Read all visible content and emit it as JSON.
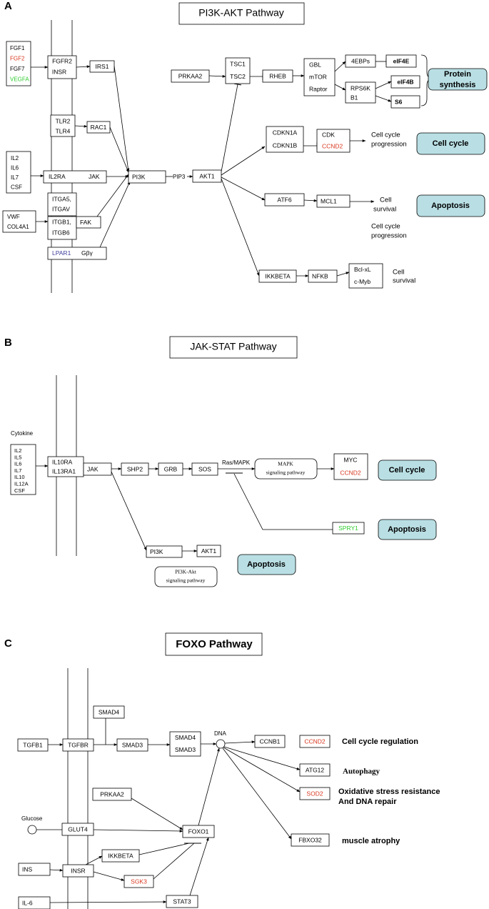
{
  "panels": [
    {
      "letter": "A",
      "title": "PI3K-AKT Pathway"
    },
    {
      "letter": "B",
      "title": "JAK-STAT Pathway"
    },
    {
      "letter": "C",
      "title": "FOXO Pathway"
    }
  ],
  "colors": {
    "black": "#000000",
    "red": "#d9361e",
    "green": "#2ecc2e",
    "blue": "#3c3c9c",
    "outcome_fill": "#b9dfe4"
  },
  "pi3k": {
    "fgf": [
      "FGF1",
      "FGF2",
      "FGF7",
      "VEGFA"
    ],
    "fgfr2": "FGFR2",
    "insr": "INSR",
    "irs1": "IRS1",
    "tlr2": "TLR2",
    "tlr4": "TLR4",
    "rac1": "RAC1",
    "cytokines": [
      "IL2",
      "IL6",
      "IL7",
      "CSF"
    ],
    "il2ra": "IL2RA",
    "jak": "JAK",
    "pi3k": "PI3K",
    "pip3": "PIP3",
    "akt1": "AKT1",
    "itga5": "ITGA5,",
    "itgav": "ITGAV",
    "vwf": "VWF",
    "col4a1": "COL4A1",
    "itgb1": "ITGB1,",
    "itgb6": "ITGB6",
    "fak": "FAK",
    "lpar1": "LPAR1",
    "gby": "Gβγ",
    "prkaa2": "PRKAA2",
    "tsc1": "TSC1",
    "tsc2": "TSC2",
    "rheb": "RHEB",
    "gbl": "GBL",
    "mtor": "mTOR",
    "raptor": "Raptor",
    "ebps": "4EBPs",
    "eif4e": "eIF4E",
    "rps6k": "RPS6K",
    "b1": "B1",
    "eif4b": "eIF4B",
    "s6": "S6",
    "protein": "Protein",
    "synthesis": "synthesis",
    "cdkn1a": "CDKN1A",
    "cdkn1b": "CDKN1B",
    "cdk": "CDK",
    "ccnd2": "CCND2",
    "cell_cycle_label": "Cell cycle",
    "progression_label": "progression",
    "cell_cycle": "Cell cycle",
    "atf6": "ATF6",
    "mcl1": "MCL1",
    "cell_label": "Cell",
    "survival_label": "survival",
    "apoptosis": "Apoptosis",
    "cell_cycle2_label": "Cell cycle",
    "progression2_label": "progression",
    "ikkbeta": "IKKBETA",
    "nfkb": "NFKB",
    "bclxl": "Bcl-xL",
    "cmyb": "c-Myb",
    "cell2_label": "Cell",
    "survival2_label": "survival"
  },
  "jak": {
    "cytokine_label": "Cytokine",
    "cytokines": [
      "IL2",
      "IL5",
      "IL6",
      "IL7",
      "IL10",
      "IL12A",
      "CSF"
    ],
    "il10ra": "IL10RA",
    "il13ra1": "IL13RA1",
    "jak": "JAK",
    "shp2": "SHP2",
    "grb": "GRB",
    "sos": "SOS",
    "rasmapk": "Ras/MAPK",
    "mapk1": "MAPK",
    "mapk2": "signaling pathway",
    "myc": "MYC",
    "ccnd2": "CCND2",
    "cell_cycle": "Cell cycle",
    "spry1": "SPRY1",
    "apoptosis1": "Apoptosis",
    "pi3k": "PI3K",
    "akt1": "AKT1",
    "pi3kakt1": "PI3K-Akt",
    "pi3kakt2": "signaling pathway",
    "apoptosis2": "Apoptosis"
  },
  "foxo": {
    "smad4_top": "SMAD4",
    "tgfb1": "TGFB1",
    "tgfbr": "TGFBR",
    "smad3": "SMAD3",
    "smad4": "SMAD4",
    "smad3b": "SMAD3",
    "dna": "DNA",
    "ccnb1": "CCNB1",
    "ccnd2": "CCND2",
    "cell_cycle_reg": "Cell cycle regulation",
    "atg12": "ATG12",
    "autophagy": "Autophagy",
    "sod2": "SOD2",
    "oxidative": "Oxidative stress resistance",
    "dna_repair": "And DNA repair",
    "prkaa2": "PRKAA2",
    "glucose": "Glucose",
    "glut4": "GLUT4",
    "foxo1": "FOXO1",
    "fbxo32": "FBXO32",
    "muscle": "muscle atrophy",
    "ikkbeta": "IKKBETA",
    "ins": "INS",
    "insr": "INSR",
    "sgk3": "SGK3",
    "il6": "IL-6",
    "stat3": "STAT3"
  }
}
